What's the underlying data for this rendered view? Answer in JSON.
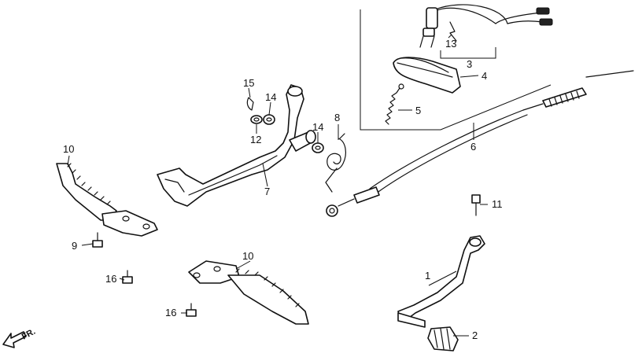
{
  "callouts": {
    "p1": "1",
    "p2": "2",
    "p3": "3",
    "p4": "4",
    "p5": "5",
    "p6": "6",
    "p7": "7",
    "p8": "8",
    "p9": "9",
    "p10a": "10",
    "p10b": "10",
    "p11": "11",
    "p12": "12",
    "p13": "13",
    "p14a": "14",
    "p14b": "14",
    "p15": "15",
    "p16a": "16",
    "p16b": "16"
  },
  "direction_label": "FR."
}
